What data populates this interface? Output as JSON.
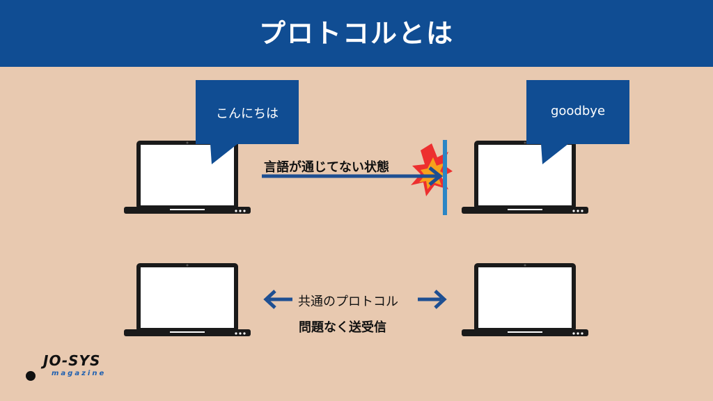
{
  "header": {
    "title": "プロトコルとは"
  },
  "top_row": {
    "left_bubble": "こんにちは",
    "right_bubble": "goodbye",
    "caption": "言語が通じてない状態"
  },
  "bottom_row": {
    "caption_line1": "共通のプロトコル",
    "caption_line2": "問題なく送受信"
  },
  "logo": {
    "main": "JO-SYS",
    "sub": "magazine"
  },
  "colors": {
    "header_bg": "#104d93",
    "background": "#e8c9b0",
    "bubble": "#104d93",
    "arrow": "#1e4f92",
    "wall": "#2b86c5",
    "laptop": "#1a1a1a"
  }
}
